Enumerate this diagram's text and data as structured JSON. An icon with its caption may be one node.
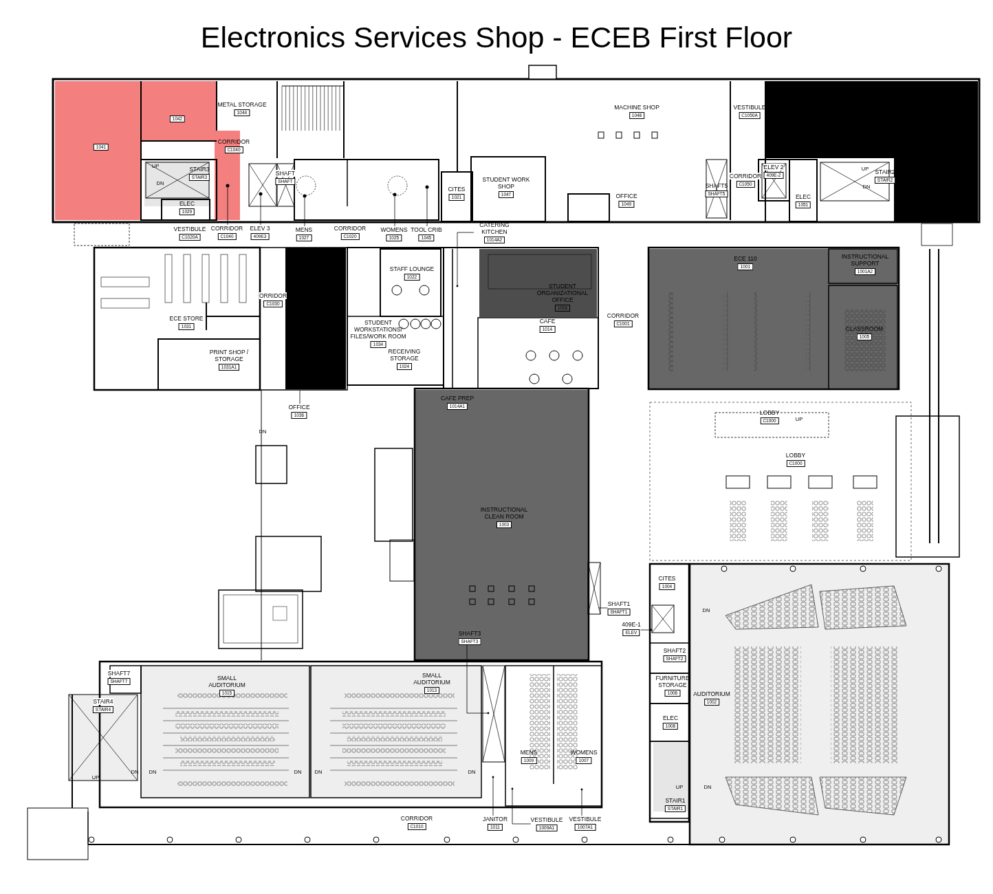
{
  "diagram": {
    "title": "Electronics Services Shop - ECEB First Floor",
    "nodes": [
      {
        "text": [
          "1041"
        ]
      },
      {
        "text": [
          "1042"
        ]
      },
      {
        "text": [
          "METAL STORAGE",
          "1044"
        ]
      },
      {
        "text": [
          "CORRIDOR",
          "C1040"
        ]
      },
      {
        "text": [
          "STAIR3",
          "STAIR3"
        ]
      },
      {
        "text": [
          "ELEC",
          "1029"
        ]
      },
      {
        "text": [
          "SHAFT",
          "SHAFT"
        ]
      },
      {
        "text": [
          "CITES",
          "1021"
        ]
      },
      {
        "text": [
          "STUDENT WORK SHOP",
          "1047"
        ]
      },
      {
        "text": [
          "MACHINE SHOP",
          "1048"
        ]
      },
      {
        "text": [
          "OFFICE",
          "1049"
        ]
      },
      {
        "text": [
          "SHAFT5",
          "SHAFT5"
        ]
      },
      {
        "text": [
          "VESTIBULE",
          "C1050A"
        ]
      },
      {
        "text": [
          "CORRIDOR",
          "C1050"
        ]
      },
      {
        "text": [
          "ELEV 2",
          "409E-2"
        ]
      },
      {
        "text": [
          "ELEC",
          "1051"
        ]
      },
      {
        "text": [
          "STAIR2",
          "STAIR2"
        ]
      },
      {
        "text": [
          "VESTIBULE",
          "C1020A"
        ]
      },
      {
        "text": [
          "CORRIDOR",
          "C1040"
        ]
      },
      {
        "text": [
          "ELEV 3",
          "409E3"
        ]
      },
      {
        "text": [
          "MENS",
          "1027"
        ]
      },
      {
        "text": [
          "CORRIDOR",
          "C1020"
        ]
      },
      {
        "text": [
          "WOMENS",
          "1025"
        ]
      },
      {
        "text": [
          "TOOL CRIB",
          "1045"
        ]
      },
      {
        "text": [
          "CATERING KITCHEN",
          "1014A2"
        ]
      },
      {
        "text": [
          "ECE STORE",
          "1031"
        ]
      },
      {
        "text": [
          "ORRIDOR",
          "C1030"
        ]
      },
      {
        "text": [
          "PRINT SHOP / STORAGE",
          "1031A1"
        ]
      },
      {
        "text": [
          "OFFICE",
          "1036"
        ]
      },
      {
        "text": [
          "STAFF LOUNGE",
          "1022"
        ]
      },
      {
        "text": [
          "STUDENT WORKSTATIONS/ FILES/WORK ROOM",
          "1034"
        ]
      },
      {
        "text": [
          "RECEIVING STORAGE",
          "1024"
        ]
      },
      {
        "text": [
          "STUDENT ORGANIZATIONAL OFFICE",
          "1016"
        ]
      },
      {
        "text": [
          "CAFE",
          "1014"
        ]
      },
      {
        "text": [
          "CORRIDOR",
          "C1001"
        ]
      },
      {
        "text": [
          "ECE 110",
          "1001"
        ]
      },
      {
        "text": [
          "INSTRUCTIONAL SUPPORT",
          "1001A2"
        ]
      },
      {
        "text": [
          "CLASSROOM",
          "1005"
        ]
      },
      {
        "text": [
          "CAFE PREP",
          "1014A1"
        ]
      },
      {
        "text": [
          "LOBBY",
          "C1000"
        ]
      },
      {
        "text": [
          "LOBBY",
          "C1000"
        ]
      },
      {
        "text": [
          "INSTRUCTIONAL CLEAN ROOM",
          "1003"
        ]
      },
      {
        "text": [
          "SHAFT1",
          "SHAFT1"
        ]
      },
      {
        "text": [
          "409E-1",
          "ELEV"
        ]
      },
      {
        "text": [
          "SHAFT3",
          "SHAFT3"
        ]
      },
      {
        "text": [
          "CITES",
          "1004"
        ]
      },
      {
        "text": [
          "SHAFT2",
          "SHAFT2"
        ]
      },
      {
        "text": [
          "FURNITURE STORAGE",
          "1006"
        ]
      },
      {
        "text": [
          "ELEC",
          "1008"
        ]
      },
      {
        "text": [
          "STAIR1",
          "STAIR1"
        ]
      },
      {
        "text": [
          "AUDITORIUM",
          "1002"
        ]
      },
      {
        "text": [
          "SHAFT7",
          "SHAFT7"
        ]
      },
      {
        "text": [
          "STAIR4",
          "STAIR4"
        ]
      },
      {
        "text": [
          "SMALL AUDITORIUM",
          "1015"
        ]
      },
      {
        "text": [
          "SMALL AUDITORIUM",
          "1013"
        ]
      },
      {
        "text": [
          "MENS",
          "1009"
        ]
      },
      {
        "text": [
          "WOMENS",
          "1007"
        ]
      },
      {
        "text": [
          "CORRIDOR",
          "C1010"
        ]
      },
      {
        "text": [
          "JANITOR",
          "1011"
        ]
      },
      {
        "text": [
          "VESTIBULE",
          "1009A1"
        ]
      },
      {
        "text": [
          "VESTIBULE",
          "1007A1"
        ]
      },
      {
        "text": [],
        "shape": "circle"
      },
      {
        "text": [],
        "shape": "circle"
      },
      {
        "text": [],
        "shape": "circle"
      },
      {
        "text": [],
        "shape": "circle"
      },
      {
        "text": [],
        "shape": "circle"
      }
    ],
    "edges": [
      {
        "from": 18,
        "to": 61,
        "arrow": "none"
      },
      {
        "from": 19,
        "to": 62,
        "arrow": "none"
      },
      {
        "from": 20,
        "to": 63,
        "arrow": "none"
      },
      {
        "from": 22,
        "to": 65,
        "arrow": "none"
      },
      {
        "from": 23,
        "to": 64,
        "arrow": "none"
      },
      {
        "from": 24,
        "to": null,
        "arrow": "other"
      },
      {
        "from": 28,
        "to": null,
        "arrow": "none"
      },
      {
        "from": 42,
        "to": null,
        "arrow": "none"
      },
      {
        "from": 43,
        "to": null,
        "arrow": "other"
      },
      {
        "from": 44,
        "to": null,
        "arrow": "other"
      },
      {
        "from": 58,
        "to": null,
        "arrow": "other"
      },
      {
        "from": 59,
        "to": null,
        "arrow": "other"
      },
      {
        "from": 60,
        "to": null,
        "arrow": "other"
      }
    ],
    "labels": [
      "UP",
      "DN",
      "UP",
      "DN",
      "UP",
      "DN",
      "DN",
      "UP",
      "DN",
      "DN",
      "DN",
      "DN",
      "DN",
      "UP",
      "DN"
    ]
  }
}
